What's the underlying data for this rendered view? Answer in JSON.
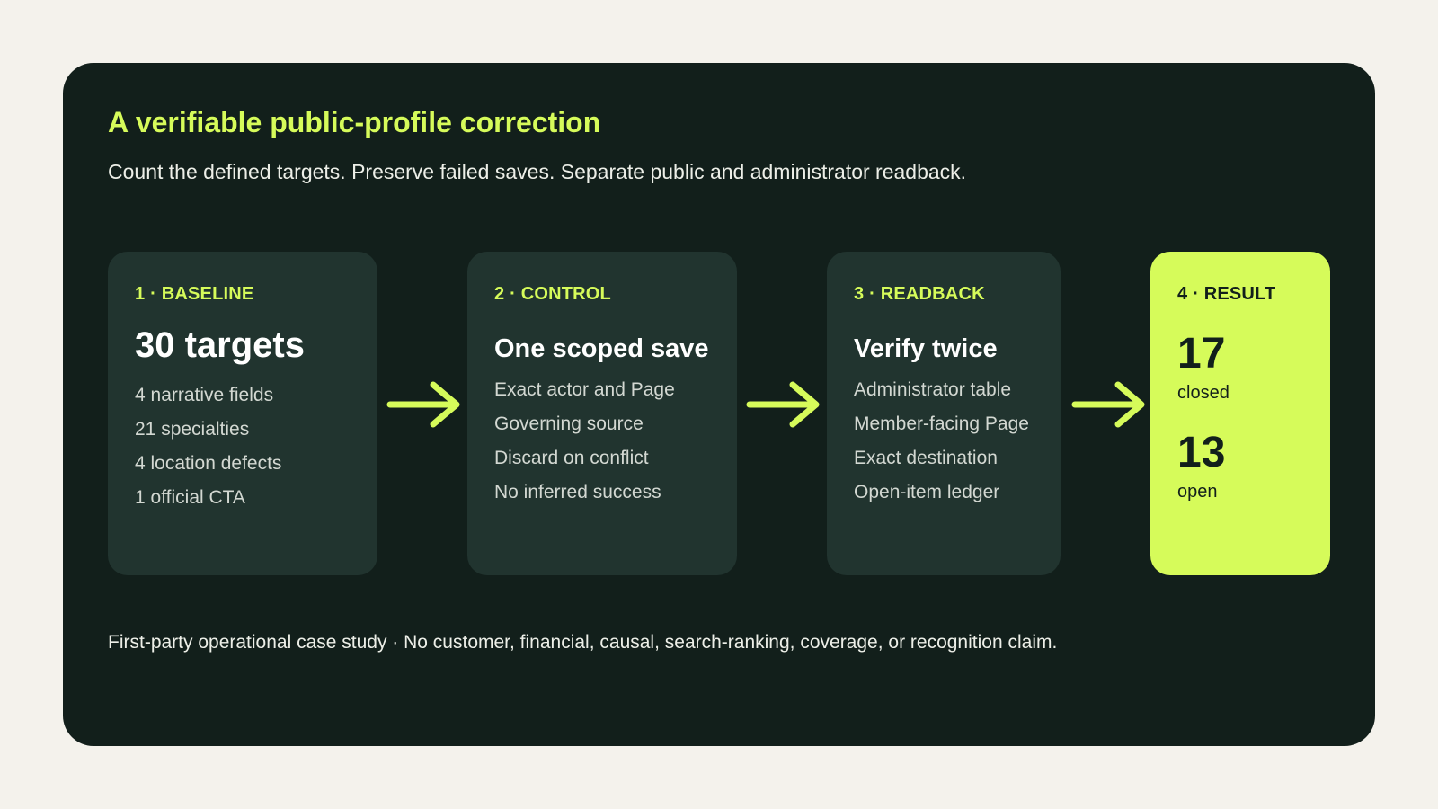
{
  "title": "A verifiable public-profile correction",
  "subtitle": "Count the defined targets. Preserve failed saves. Separate public and administrator readback.",
  "steps": [
    {
      "label": "1 · BASELINE",
      "headline": "30 targets",
      "items": [
        "4 narrative fields",
        "21 specialties",
        "4 location defects",
        "1 official CTA"
      ]
    },
    {
      "label": "2 · CONTROL",
      "headline": "One scoped save",
      "items": [
        "Exact actor and Page",
        "Governing source",
        "Discard on conflict",
        "No inferred success"
      ]
    },
    {
      "label": "3 · READBACK",
      "headline": "Verify twice",
      "items": [
        "Administrator table",
        "Member-facing Page",
        "Exact destination",
        "Open-item ledger"
      ]
    }
  ],
  "result": {
    "label": "4 · RESULT",
    "closed_value": "17",
    "closed_label": "closed",
    "open_value": "13",
    "open_label": "open"
  },
  "footer": "First-party operational case study · No customer, financial, causal, search-ranking, coverage, or recognition claim.",
  "colors": {
    "page_background": "#f4f2ec",
    "panel_background": "#121f1b",
    "card_background": "#21342f",
    "accent": "#d6fb5a",
    "text_light": "#edefe8",
    "text_muted": "#d3d8d2"
  },
  "icons": [
    "arrow-right-icon"
  ]
}
